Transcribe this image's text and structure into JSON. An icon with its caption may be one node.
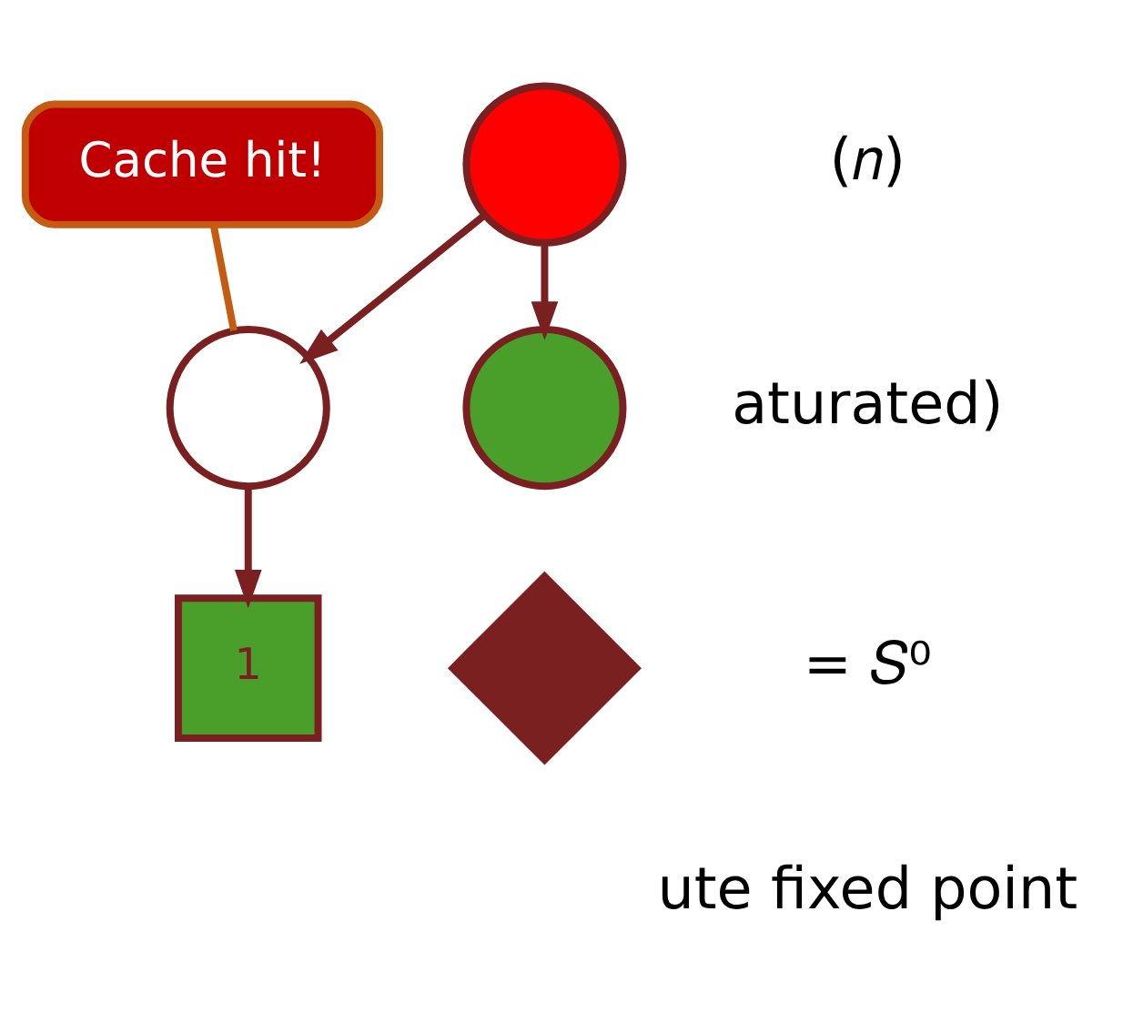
{
  "diagram": {
    "nodes": [
      {
        "text": [],
        "shape": "circle"
      },
      {
        "text": [
          "Cache hit!"
        ]
      },
      {
        "text": [],
        "shape": "circle"
      },
      {
        "text": [],
        "shape": "circle"
      },
      {
        "text": [],
        "shape": "diamond"
      },
      {
        "text": [
          "1"
        ]
      }
    ],
    "edges": [
      {
        "from": 1,
        "to": 2,
        "arrow": "none",
        "color": "#c55a11"
      },
      {
        "from": 0,
        "to": 2,
        "arrow": "to"
      },
      {
        "from": 0,
        "to": 3,
        "arrow": "to"
      },
      {
        "from": 2,
        "to": 5,
        "arrow": "to"
      }
    ],
    "labels": [
      "(𝑛)",
      "aturated)",
      "= 𝑆⁰",
      "ute fixed point"
    ]
  }
}
